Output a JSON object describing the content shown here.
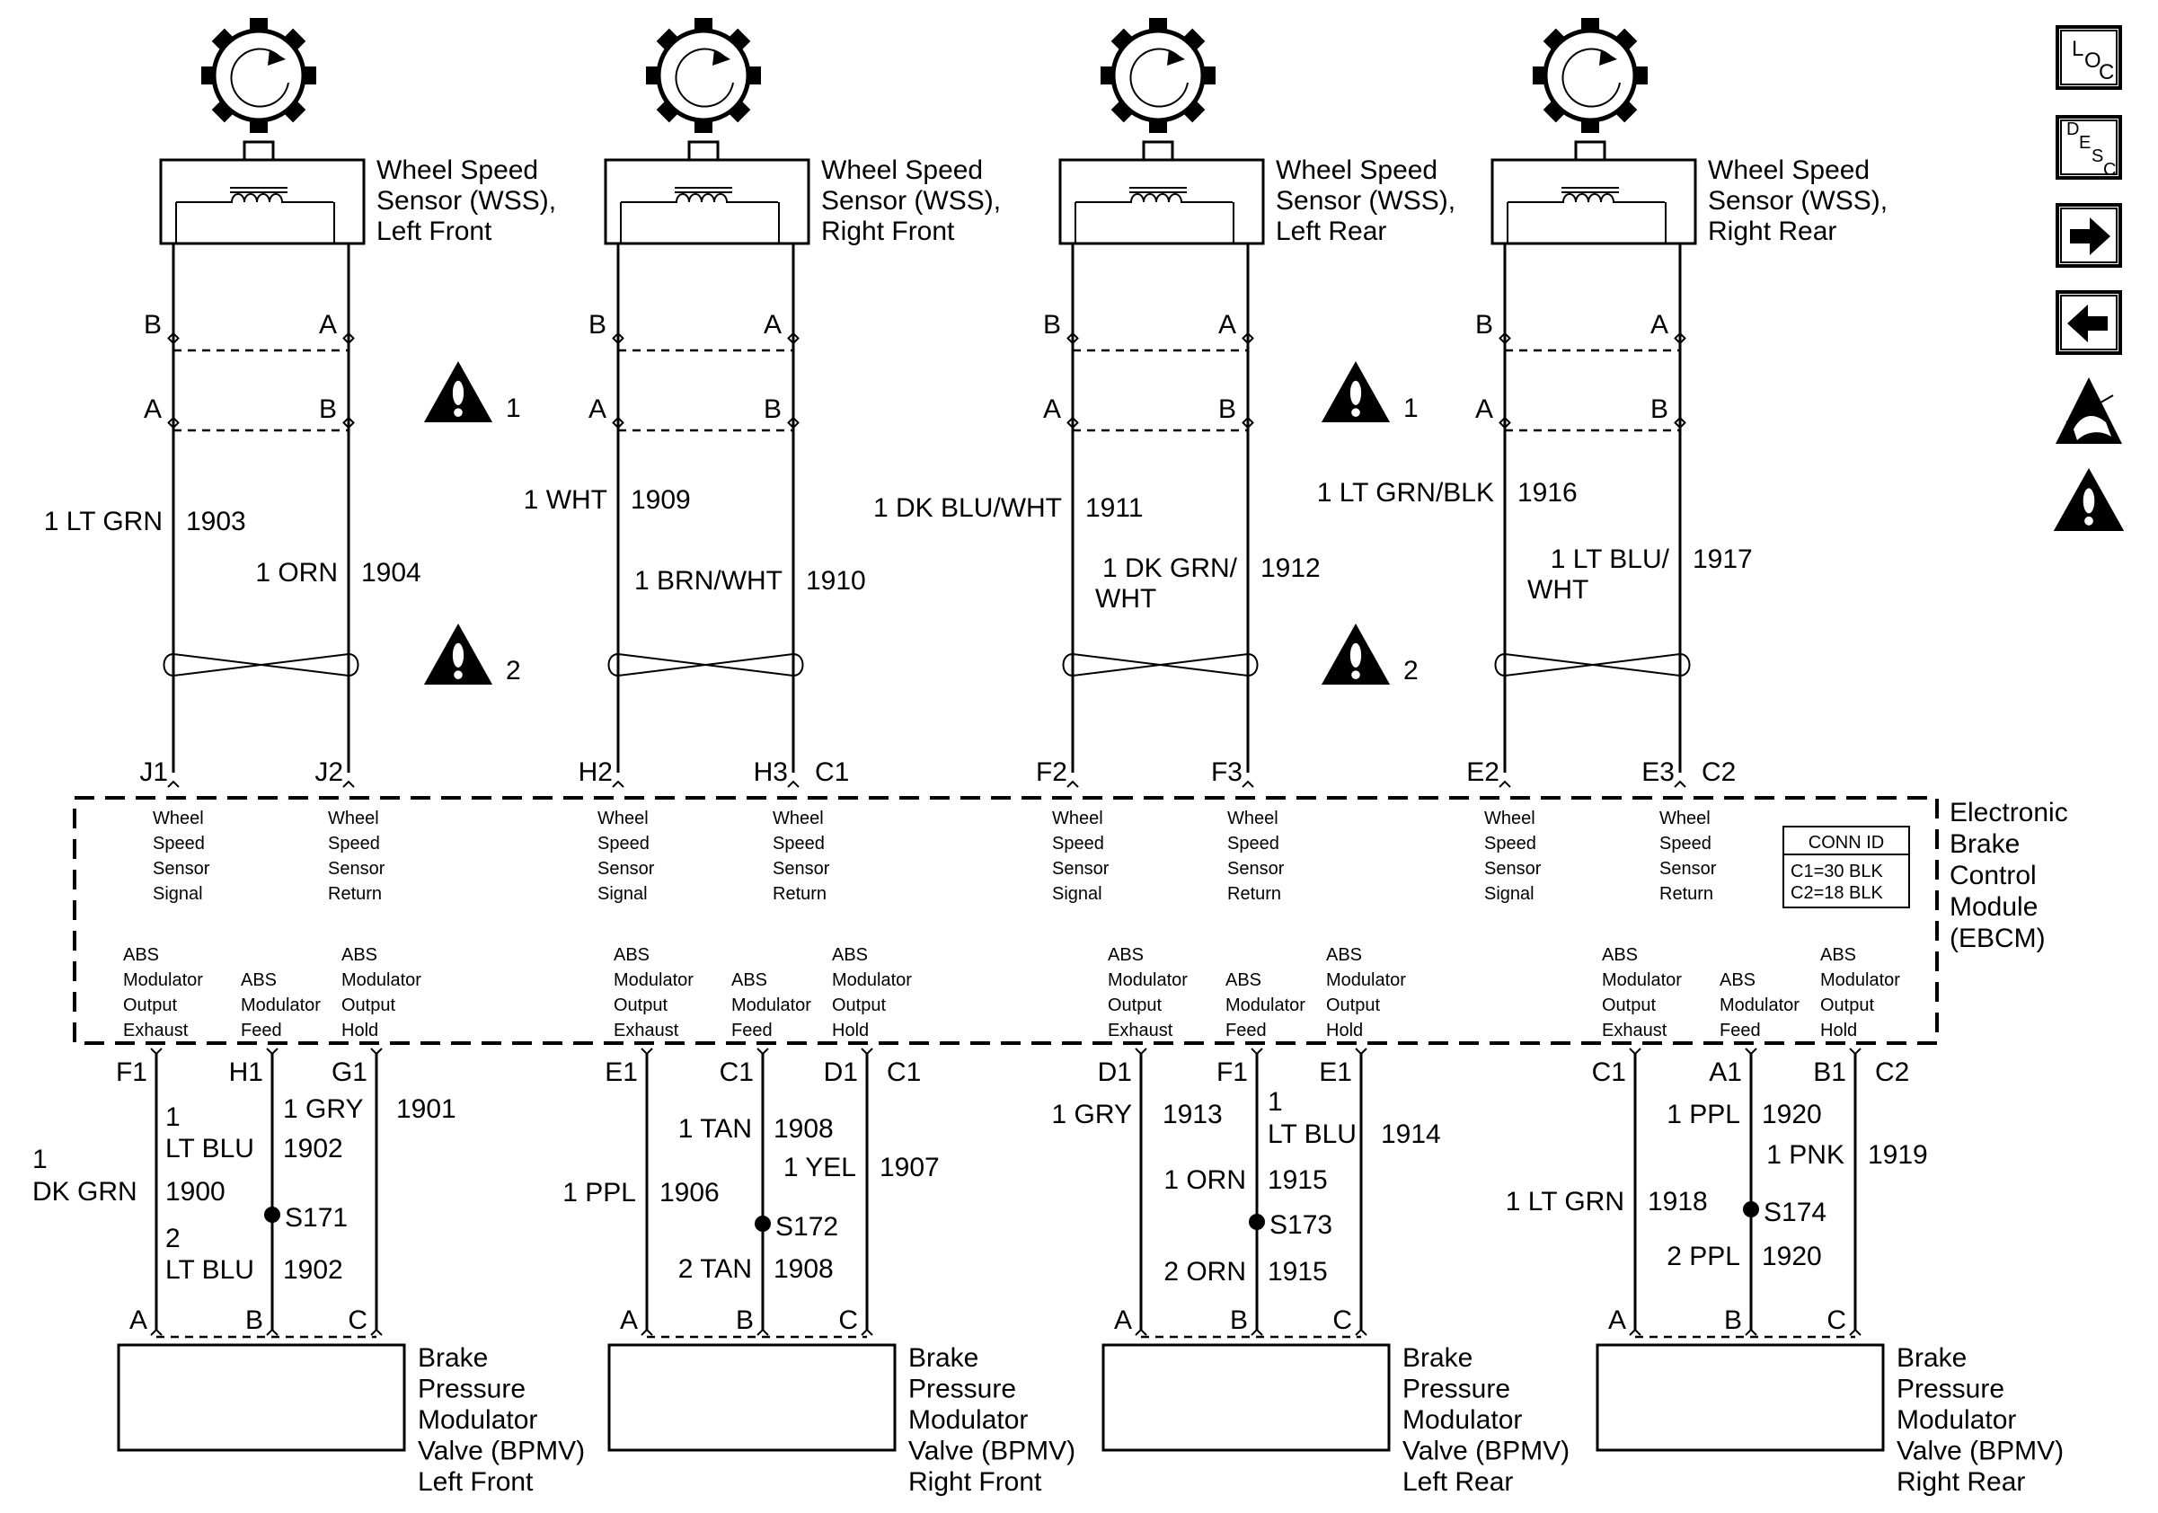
{
  "wss": [
    {
      "label": [
        "Wheel Speed",
        "Sensor (WSS),",
        "Left Front"
      ],
      "pins": {
        "top_left": "B",
        "top_right": "A",
        "mid_left": "A",
        "mid_right": "B"
      },
      "wire_left": {
        "gauge": "1 LT GRN",
        "circuit": "1903"
      },
      "wire_right": {
        "gauge": [
          "1 ORN"
        ],
        "circuit": "1904"
      },
      "ebcm_pins": [
        "J1",
        "J2"
      ],
      "conn": ""
    },
    {
      "label": [
        "Wheel Speed",
        "Sensor (WSS),",
        "Right Front"
      ],
      "pins": {
        "top_left": "B",
        "top_right": "A",
        "mid_left": "A",
        "mid_right": "B"
      },
      "wire_left": {
        "gauge": "1 WHT",
        "circuit": "1909"
      },
      "wire_right": {
        "gauge": [
          "1 BRN/WHT"
        ],
        "circuit": "1910"
      },
      "ebcm_pins": [
        "H2",
        "H3"
      ],
      "conn": "C1"
    },
    {
      "label": [
        "Wheel Speed",
        "Sensor (WSS),",
        "Left Rear"
      ],
      "pins": {
        "top_left": "B",
        "top_right": "A",
        "mid_left": "A",
        "mid_right": "B"
      },
      "wire_left": {
        "gauge": "1 DK BLU/WHT",
        "circuit": "1911"
      },
      "wire_right": {
        "gauge": [
          "1 DK GRN/",
          "WHT"
        ],
        "circuit": "1912"
      },
      "ebcm_pins": [
        "F2",
        "F3"
      ],
      "conn": ""
    },
    {
      "label": [
        "Wheel Speed",
        "Sensor (WSS),",
        "Right Rear"
      ],
      "pins": {
        "top_left": "B",
        "top_right": "A",
        "mid_left": "A",
        "mid_right": "B"
      },
      "wire_left": {
        "gauge": "1 LT GRN/BLK",
        "circuit": "1916"
      },
      "wire_right": {
        "gauge": [
          "1 LT BLU/",
          "WHT"
        ],
        "circuit": "1917"
      },
      "ebcm_pins": [
        "E2",
        "E3"
      ],
      "conn": "C2"
    }
  ],
  "caution_numbers": [
    "1",
    "2",
    "1",
    "2"
  ],
  "ebcm": {
    "title": [
      "Electronic",
      "Brake",
      "Control",
      "Module",
      "(EBCM)"
    ],
    "conn_id": {
      "header": "CONN ID",
      "lines": [
        "C1=30 BLK",
        "C2=18 BLK"
      ]
    },
    "sensor_signal": [
      "Wheel",
      "Speed",
      "Sensor",
      "Signal"
    ],
    "sensor_return": [
      "Wheel",
      "Speed",
      "Sensor",
      "Return"
    ],
    "abs_exhaust": [
      "ABS",
      "Modulator",
      "Output",
      "Exhaust"
    ],
    "abs_feed": [
      "ABS",
      "Modulator",
      "Feed"
    ],
    "abs_hold": [
      "ABS",
      "Modulator",
      "Output",
      "Hold"
    ]
  },
  "bpmv": [
    {
      "label": [
        "Brake",
        "Pressure",
        "Modulator",
        "Valve (BPMV)",
        "Left Front"
      ],
      "pins": [
        "F1",
        "H1",
        "G1"
      ],
      "conn": "",
      "left": {
        "gauge": [
          "1",
          "DK GRN"
        ],
        "circuit": "1900"
      },
      "splice_top": {
        "gauge": [
          "1",
          "LT BLU"
        ],
        "circuit": "1902"
      },
      "splice": "S171",
      "splice_bot": {
        "gauge": [
          "2",
          "LT BLU"
        ],
        "circuit": "1902"
      },
      "right": {
        "gauge": "1 GRY",
        "circuit": "1901"
      },
      "valve_pins": [
        "A",
        "B",
        "C"
      ]
    },
    {
      "label": [
        "Brake",
        "Pressure",
        "Modulator",
        "Valve (BPMV)",
        "Right Front"
      ],
      "pins": [
        "E1",
        "C1",
        "D1"
      ],
      "conn": "C1",
      "left": {
        "gauge": [
          "1 PPL"
        ],
        "circuit": "1906"
      },
      "splice_top": {
        "gauge": [
          "1 TAN"
        ],
        "circuit": "1908"
      },
      "splice": "S172",
      "splice_bot": {
        "gauge": [
          "2 TAN"
        ],
        "circuit": "1908"
      },
      "right": {
        "gauge": "1 YEL",
        "circuit": "1907"
      },
      "valve_pins": [
        "A",
        "B",
        "C"
      ]
    },
    {
      "label": [
        "Brake",
        "Pressure",
        "Modulator",
        "Valve (BPMV)",
        "Left Rear"
      ],
      "pins": [
        "D1",
        "F1",
        "E1"
      ],
      "conn": "",
      "left": {
        "gauge": [
          "1 GRY"
        ],
        "circuit": "1913"
      },
      "splice_top": {
        "gauge": [
          "1 ORN"
        ],
        "circuit": "1915"
      },
      "splice": "S173",
      "splice_bot": {
        "gauge": [
          "2 ORN"
        ],
        "circuit": "1915"
      },
      "right": {
        "gauge": "1 LT BLU",
        "circuit": "1914"
      },
      "valve_pins": [
        "A",
        "B",
        "C"
      ]
    },
    {
      "label": [
        "Brake",
        "Pressure",
        "Modulator",
        "Valve (BPMV)",
        "Right Rear"
      ],
      "pins": [
        "C1",
        "A1",
        "B1"
      ],
      "conn": "C2",
      "left": {
        "gauge": [
          "1 LT GRN"
        ],
        "circuit": "1918"
      },
      "splice_top": {
        "gauge": [
          "1 PPL"
        ],
        "circuit": "1920"
      },
      "splice": "S174",
      "splice_bot": {
        "gauge": [
          "2 PPL"
        ],
        "circuit": "1920"
      },
      "right": {
        "gauge": "1 PNK",
        "circuit": "1919"
      },
      "valve_pins": [
        "A",
        "B",
        "C"
      ]
    }
  ],
  "sidebar": {
    "loc": {
      "l": "L",
      "o": "O",
      "c": "C",
      "icon": "loc-icon"
    },
    "desc": {
      "d": "D",
      "e": "E",
      "s": "S",
      "c": "C",
      "icon": "desc-icon"
    },
    "next": {
      "icon": "arrow-right-icon"
    },
    "prev": {
      "icon": "arrow-left-icon"
    },
    "esd": {
      "icon": "esd-warning-icon"
    },
    "caution": {
      "icon": "caution-icon"
    }
  }
}
